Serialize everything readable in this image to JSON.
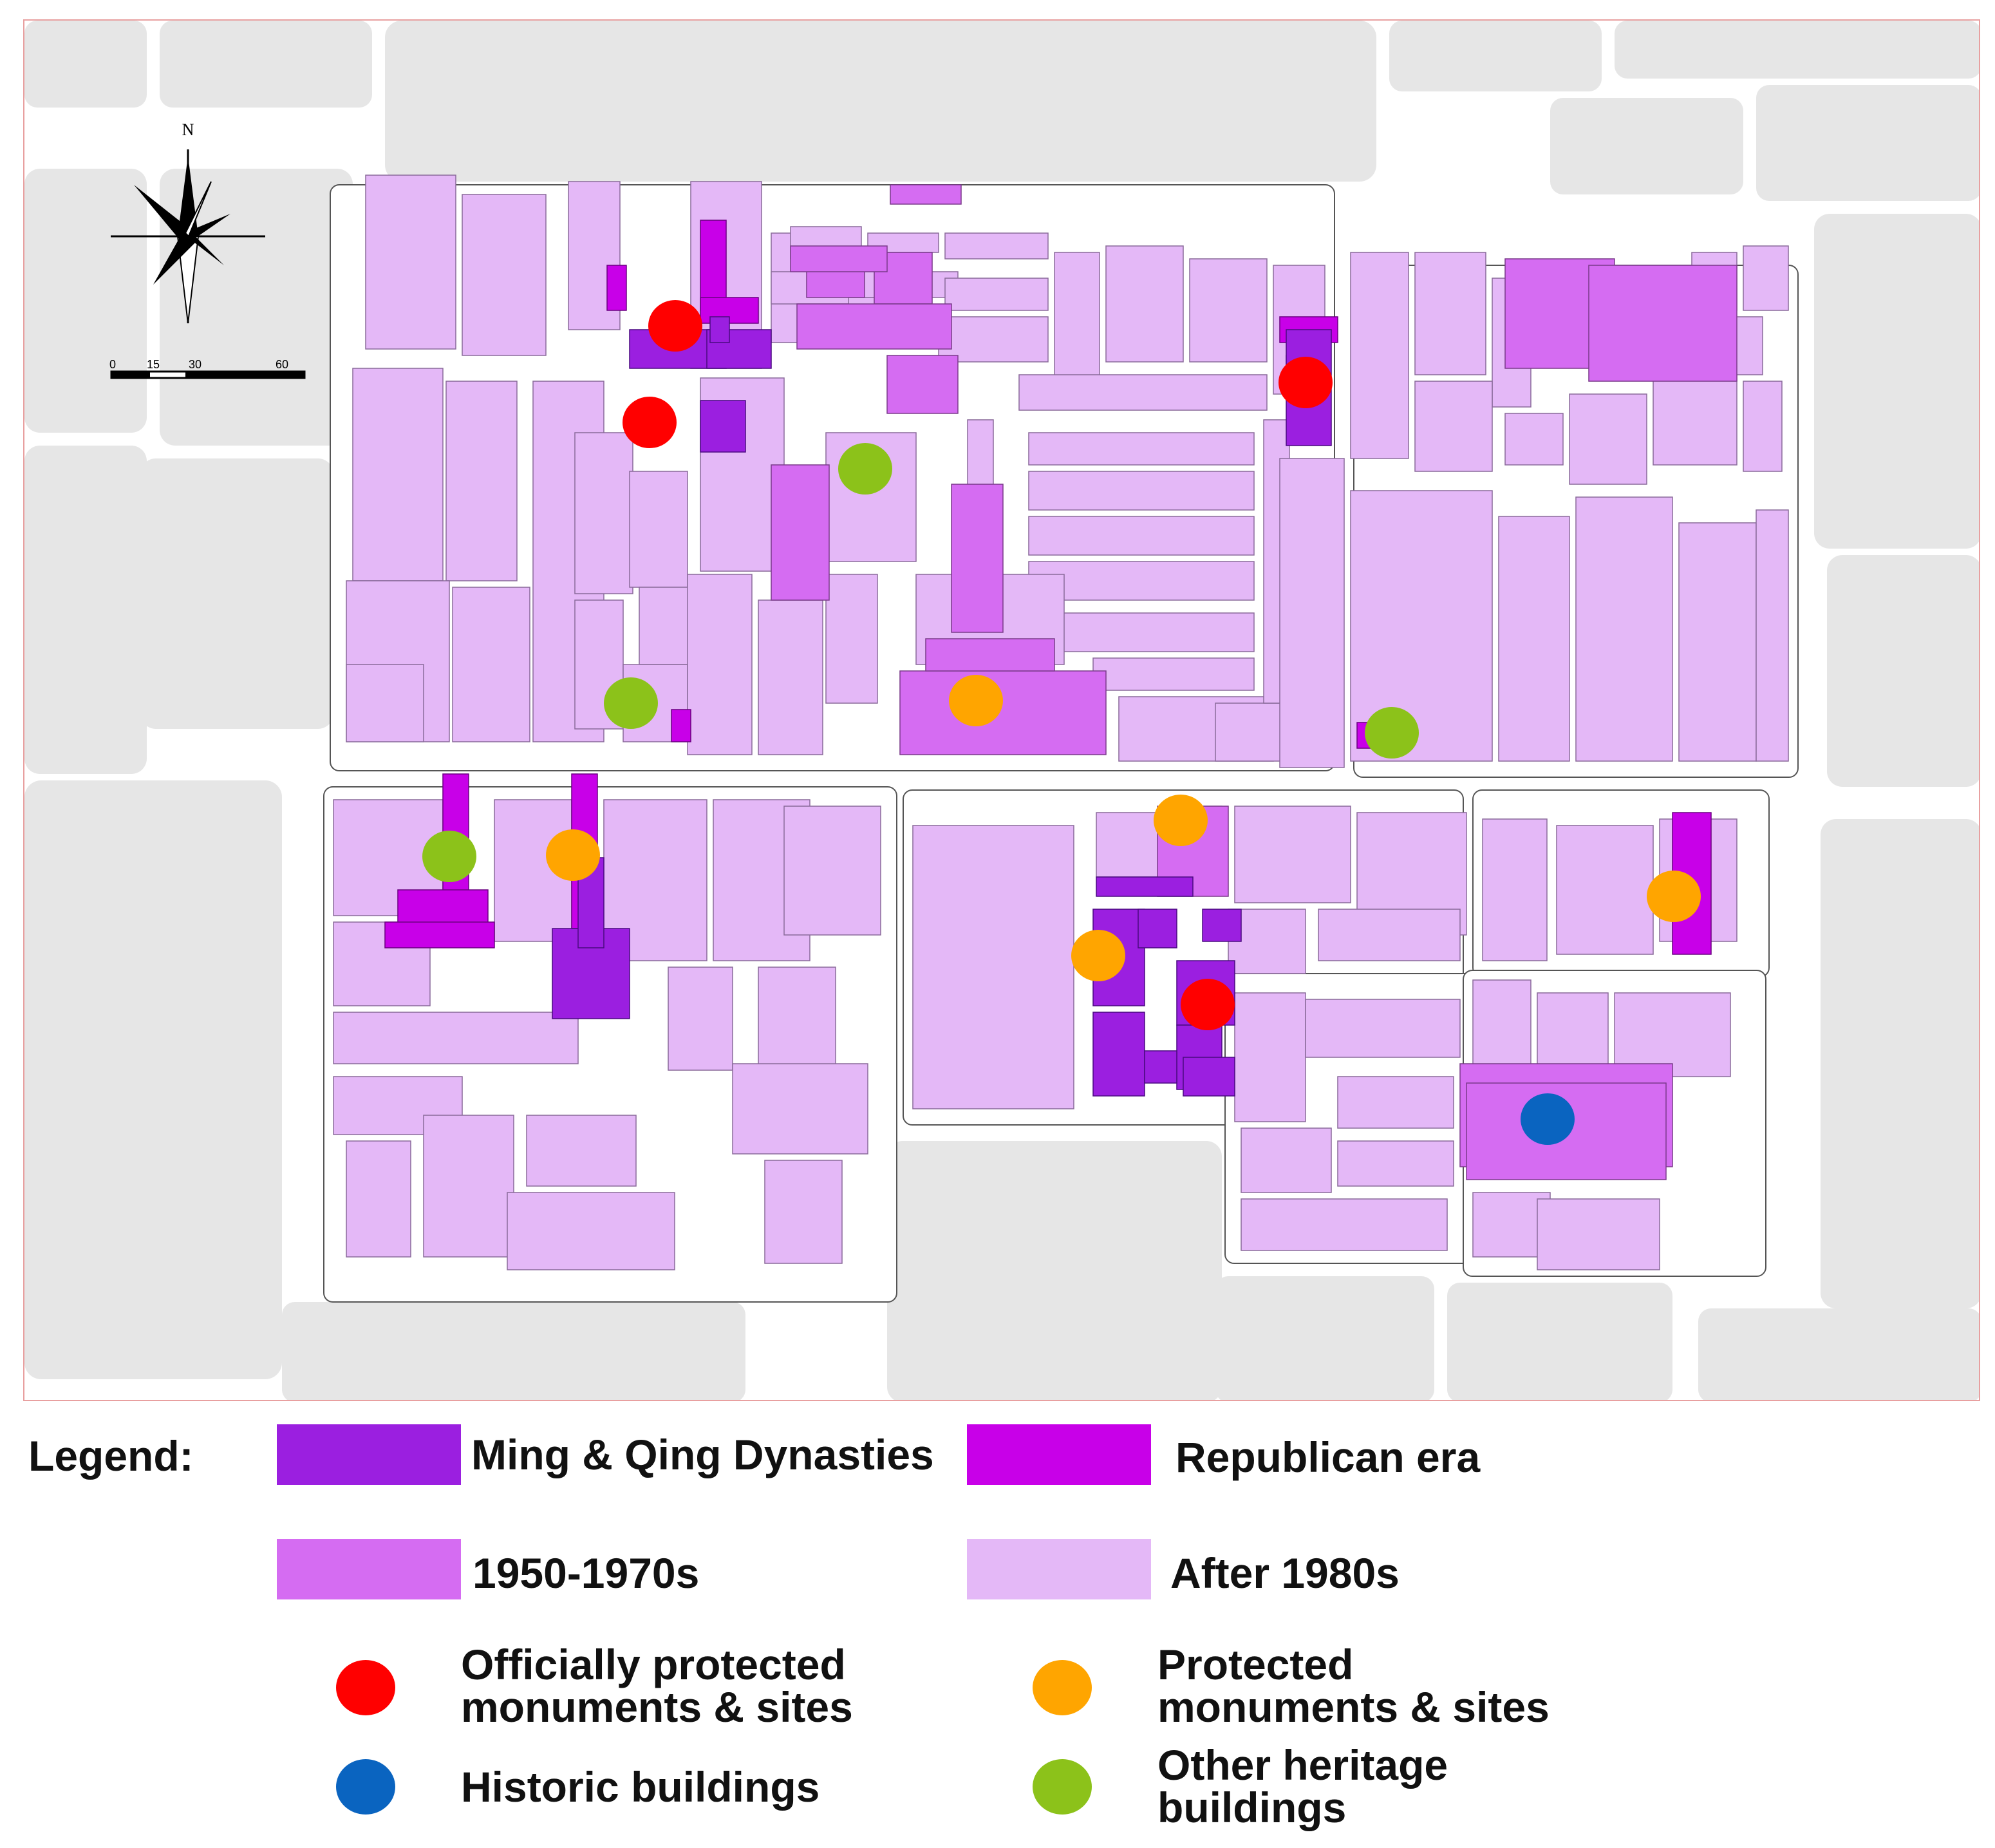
{
  "map": {
    "colors": {
      "ming_qing": "#9b1fe0",
      "republican": "#c800e8",
      "y1950_1970": "#d56cf2",
      "after1980": "#e4b8f7",
      "outside_block": "#e6e6e6",
      "road": "#ffffff"
    },
    "north_arrow": {
      "label": "N"
    },
    "scale_bar": {
      "ticks": [
        "0",
        "15",
        "30",
        "60"
      ]
    },
    "markers": [
      {
        "category": "official",
        "color": "#ff0000"
      },
      {
        "category": "official",
        "color": "#ff0000"
      },
      {
        "category": "official",
        "color": "#ff0000"
      },
      {
        "category": "official",
        "color": "#ff0000"
      },
      {
        "category": "protected",
        "color": "#ffa500"
      },
      {
        "category": "protected",
        "color": "#ffa500"
      },
      {
        "category": "protected",
        "color": "#ffa500"
      },
      {
        "category": "protected",
        "color": "#ffa500"
      },
      {
        "category": "protected",
        "color": "#ffa500"
      },
      {
        "category": "other",
        "color": "#8cc21a"
      },
      {
        "category": "other",
        "color": "#8cc21a"
      },
      {
        "category": "other",
        "color": "#8cc21a"
      },
      {
        "category": "other",
        "color": "#8cc21a"
      },
      {
        "category": "historic",
        "color": "#0a64c0"
      }
    ]
  },
  "legend": {
    "title": "Legend:",
    "periods": [
      {
        "label": "Ming & Qing Dynasties",
        "color": "#9b1fe0"
      },
      {
        "label": "Republican era",
        "color": "#c800e8"
      },
      {
        "label": "1950-1970s",
        "color": "#d56cf2"
      },
      {
        "label": "After 1980s",
        "color": "#e4b8f7"
      }
    ],
    "markers": [
      {
        "line1": "Officially protected",
        "line2": "monuments & sites",
        "color": "#ff0000"
      },
      {
        "line1": "Protected",
        "line2": "monuments & sites",
        "color": "#ffa500"
      },
      {
        "line1": "Historic buildings",
        "line2": "",
        "color": "#0a64c0"
      },
      {
        "line1": "Other heritage",
        "line2": "buildings",
        "color": "#8cc21a"
      }
    ]
  }
}
